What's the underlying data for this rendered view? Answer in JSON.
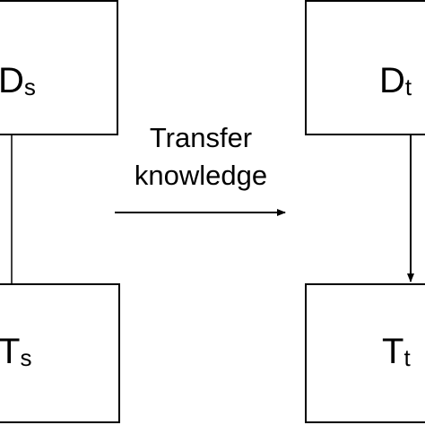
{
  "diagram": {
    "source_domain": {
      "main": "D",
      "sub": "s"
    },
    "target_domain": {
      "main": "D",
      "sub": "t"
    },
    "source_task": {
      "main": "T",
      "sub": "s"
    },
    "target_task": {
      "main": "T",
      "sub": "t"
    },
    "transfer_label": {
      "line1": "Transfer",
      "line2": "knowledge"
    }
  }
}
